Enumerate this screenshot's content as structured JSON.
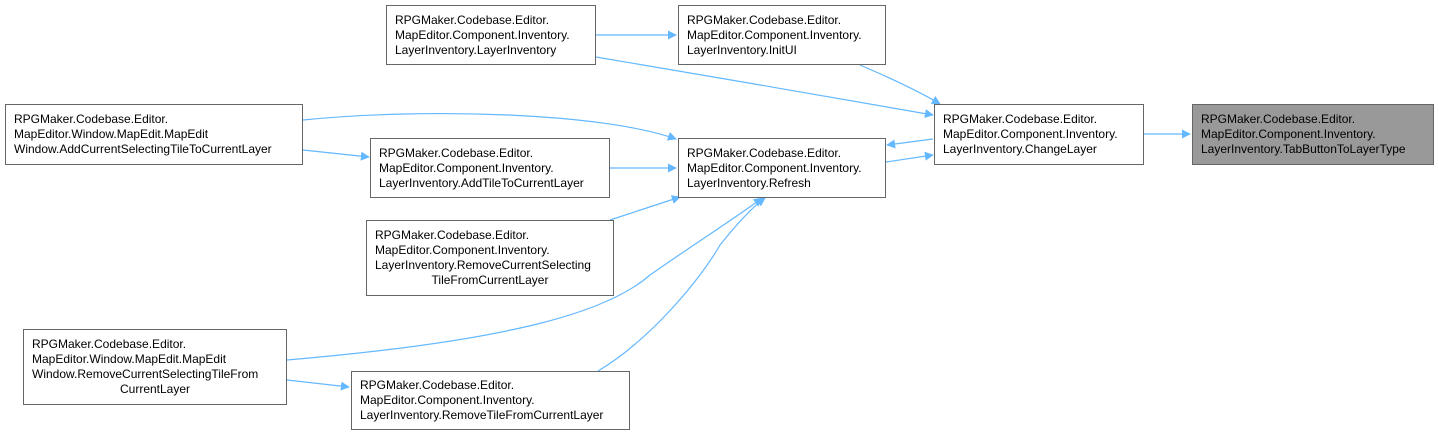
{
  "colors": {
    "edge": "#63b8ff",
    "node_border": "#666666",
    "node_fill": "#ffffff",
    "highlight_fill": "#999999"
  },
  "nodes": {
    "tab_button_to_layer_type": {
      "lines": [
        "RPGMaker.Codebase.Editor.",
        "MapEditor.Component.Inventory.",
        "LayerInventory.TabButtonToLayerType"
      ]
    },
    "change_layer": {
      "lines": [
        "RPGMaker.Codebase.Editor.",
        "MapEditor.Component.Inventory.",
        "LayerInventory.ChangeLayer"
      ]
    },
    "layer_inventory_ctor": {
      "lines": [
        "RPGMaker.Codebase.Editor.",
        "MapEditor.Component.Inventory.",
        "LayerInventory.LayerInventory"
      ]
    },
    "init_ui": {
      "lines": [
        "RPGMaker.Codebase.Editor.",
        "MapEditor.Component.Inventory.",
        "LayerInventory.InitUI"
      ]
    },
    "refresh": {
      "lines": [
        "RPGMaker.Codebase.Editor.",
        "MapEditor.Component.Inventory.",
        "LayerInventory.Refresh"
      ]
    },
    "window_add_current_selecting_tile": {
      "lines": [
        "RPGMaker.Codebase.Editor.",
        "MapEditor.Window.MapEdit.MapEdit",
        "Window.AddCurrentSelectingTileToCurrentLayer"
      ]
    },
    "add_tile_to_current_layer": {
      "lines": [
        "RPGMaker.Codebase.Editor.",
        "MapEditor.Component.Inventory.",
        "LayerInventory.AddTileToCurrentLayer"
      ]
    },
    "remove_current_selecting_tile": {
      "lines": [
        "RPGMaker.Codebase.Editor.",
        "MapEditor.Component.Inventory.",
        "LayerInventory.RemoveCurrentSelecting",
        "TileFromCurrentLayer"
      ]
    },
    "window_remove_current_selecting_tile": {
      "lines": [
        "RPGMaker.Codebase.Editor.",
        "MapEditor.Window.MapEdit.MapEdit",
        "Window.RemoveCurrentSelectingTileFrom",
        "CurrentLayer"
      ]
    },
    "remove_tile_from_current_layer": {
      "lines": [
        "RPGMaker.Codebase.Editor.",
        "MapEditor.Component.Inventory.",
        "LayerInventory.RemoveTileFromCurrentLayer"
      ]
    }
  }
}
